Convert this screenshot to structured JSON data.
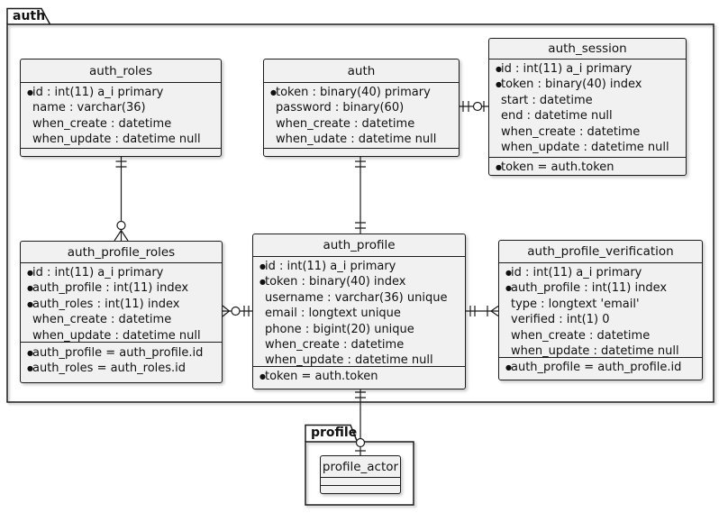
{
  "diagram": {
    "packages": [
      {
        "name": "auth",
        "label": "auth"
      },
      {
        "name": "profile",
        "label": "profile"
      }
    ],
    "entities": [
      {
        "name": "auth_roles",
        "title": "auth_roles",
        "attributes": [
          {
            "key": true,
            "text": "id : int(11) a_i primary"
          },
          {
            "key": false,
            "text": "name : varchar(36)"
          },
          {
            "key": false,
            "text": "when_create : datetime"
          },
          {
            "key": false,
            "text": "when_update : datetime null"
          }
        ],
        "foreign_keys": []
      },
      {
        "name": "auth",
        "title": "auth",
        "attributes": [
          {
            "key": true,
            "text": "token : binary(40) primary"
          },
          {
            "key": false,
            "text": "password : binary(60)"
          },
          {
            "key": false,
            "text": "when_create : datetime"
          },
          {
            "key": false,
            "text": "when_udate : datetime null"
          }
        ],
        "foreign_keys": []
      },
      {
        "name": "auth_session",
        "title": "auth_session",
        "attributes": [
          {
            "key": true,
            "text": "id : int(11) a_i primary"
          },
          {
            "key": true,
            "text": "token : binary(40) index"
          },
          {
            "key": false,
            "text": "start : datetime"
          },
          {
            "key": false,
            "text": "end : datetime null"
          },
          {
            "key": false,
            "text": "when_create : datetime"
          },
          {
            "key": false,
            "text": "when_update : datetime null"
          }
        ],
        "foreign_keys": [
          {
            "key": true,
            "text": "token = auth.token"
          }
        ]
      },
      {
        "name": "auth_profile_roles",
        "title": "auth_profile_roles",
        "attributes": [
          {
            "key": true,
            "text": "id : int(11) a_i primary"
          },
          {
            "key": true,
            "text": "auth_profile : int(11) index"
          },
          {
            "key": true,
            "text": "auth_roles : int(11) index"
          },
          {
            "key": false,
            "text": "when_create : datetime"
          },
          {
            "key": false,
            "text": "when_update : datetime null"
          }
        ],
        "foreign_keys": [
          {
            "key": true,
            "text": "auth_profile = auth_profile.id"
          },
          {
            "key": true,
            "text": "auth_roles = auth_roles.id"
          }
        ]
      },
      {
        "name": "auth_profile",
        "title": "auth_profile",
        "attributes": [
          {
            "key": true,
            "text": "id : int(11) a_i primary"
          },
          {
            "key": true,
            "text": "token : binary(40) index"
          },
          {
            "key": false,
            "text": "username : varchar(36) unique"
          },
          {
            "key": false,
            "text": "email : longtext unique"
          },
          {
            "key": false,
            "text": "phone : bigint(20) unique"
          },
          {
            "key": false,
            "text": "when_create : datetime"
          },
          {
            "key": false,
            "text": "when_update : datetime null"
          }
        ],
        "foreign_keys": [
          {
            "key": true,
            "text": "token = auth.token"
          }
        ]
      },
      {
        "name": "auth_profile_verification",
        "title": "auth_profile_verification",
        "attributes": [
          {
            "key": true,
            "text": "id : int(11) a_i primary"
          },
          {
            "key": true,
            "text": "auth_profile : int(11) index"
          },
          {
            "key": false,
            "text": "type : longtext 'email'"
          },
          {
            "key": false,
            "text": "verified : int(1) 0"
          },
          {
            "key": false,
            "text": "when_create : datetime"
          },
          {
            "key": false,
            "text": "when_update : datetime null"
          }
        ],
        "foreign_keys": [
          {
            "key": true,
            "text": "auth_profile = auth_profile.id"
          }
        ]
      },
      {
        "name": "profile_actor",
        "title": "profile_actor",
        "attributes": [],
        "foreign_keys": []
      }
    ],
    "relations": [
      {
        "from": "auth_roles",
        "to": "auth_profile_roles",
        "from_cardinality": "exactly-one",
        "to_cardinality": "zero-or-many"
      },
      {
        "from": "auth",
        "to": "auth_profile",
        "from_cardinality": "exactly-one",
        "to_cardinality": "exactly-one"
      },
      {
        "from": "auth",
        "to": "auth_session",
        "from_cardinality": "exactly-one",
        "to_cardinality": "zero-or-one"
      },
      {
        "from": "auth_profile_roles",
        "to": "auth_profile",
        "from_cardinality": "zero-or-many",
        "to_cardinality": "exactly-one"
      },
      {
        "from": "auth_profile",
        "to": "auth_profile_verification",
        "from_cardinality": "exactly-one",
        "to_cardinality": "one-or-many"
      },
      {
        "from": "auth_profile",
        "to": "profile_actor",
        "from_cardinality": "exactly-one",
        "to_cardinality": "zero-or-one"
      }
    ],
    "colors": {
      "entity_fill": "#f1f1f1",
      "border": "#1c1c1c",
      "line": "#1c1c1c",
      "background": "#ffffff",
      "text": "#111111"
    }
  }
}
